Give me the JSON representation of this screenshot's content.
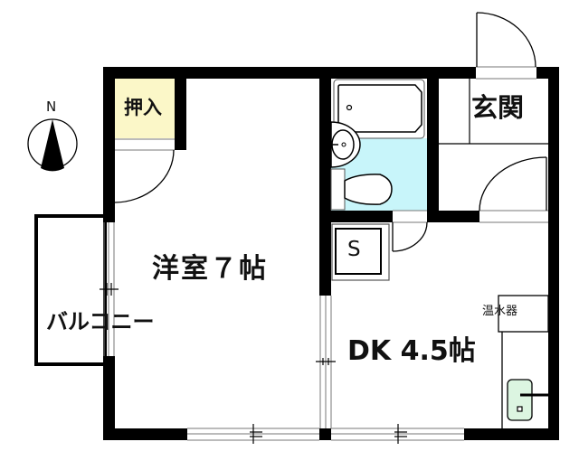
{
  "floor_plan": {
    "compass": {
      "label": "N",
      "icon": "north-arrow-icon"
    },
    "rooms": {
      "closet": {
        "label": "押入",
        "fill": "#fbf7c8"
      },
      "western_room": {
        "label": "洋室７帖"
      },
      "balcony": {
        "label": "バルコニー"
      },
      "bathroom": {
        "fill": "#c8f5fa"
      },
      "entrance": {
        "label": "玄関"
      },
      "dining_kitchen": {
        "label": "DK 4.5帖"
      }
    },
    "fixtures": {
      "storage": {
        "label": "S"
      },
      "water_heater": {
        "label": "温水器"
      },
      "sink": {
        "fill": "#dcf5e1"
      }
    },
    "colors": {
      "wall": "#000000",
      "background": "#ffffff",
      "closet": "#fbf7c8",
      "bathroom": "#c8f5fa",
      "kitchen_sink": "#dcf5e1"
    }
  }
}
